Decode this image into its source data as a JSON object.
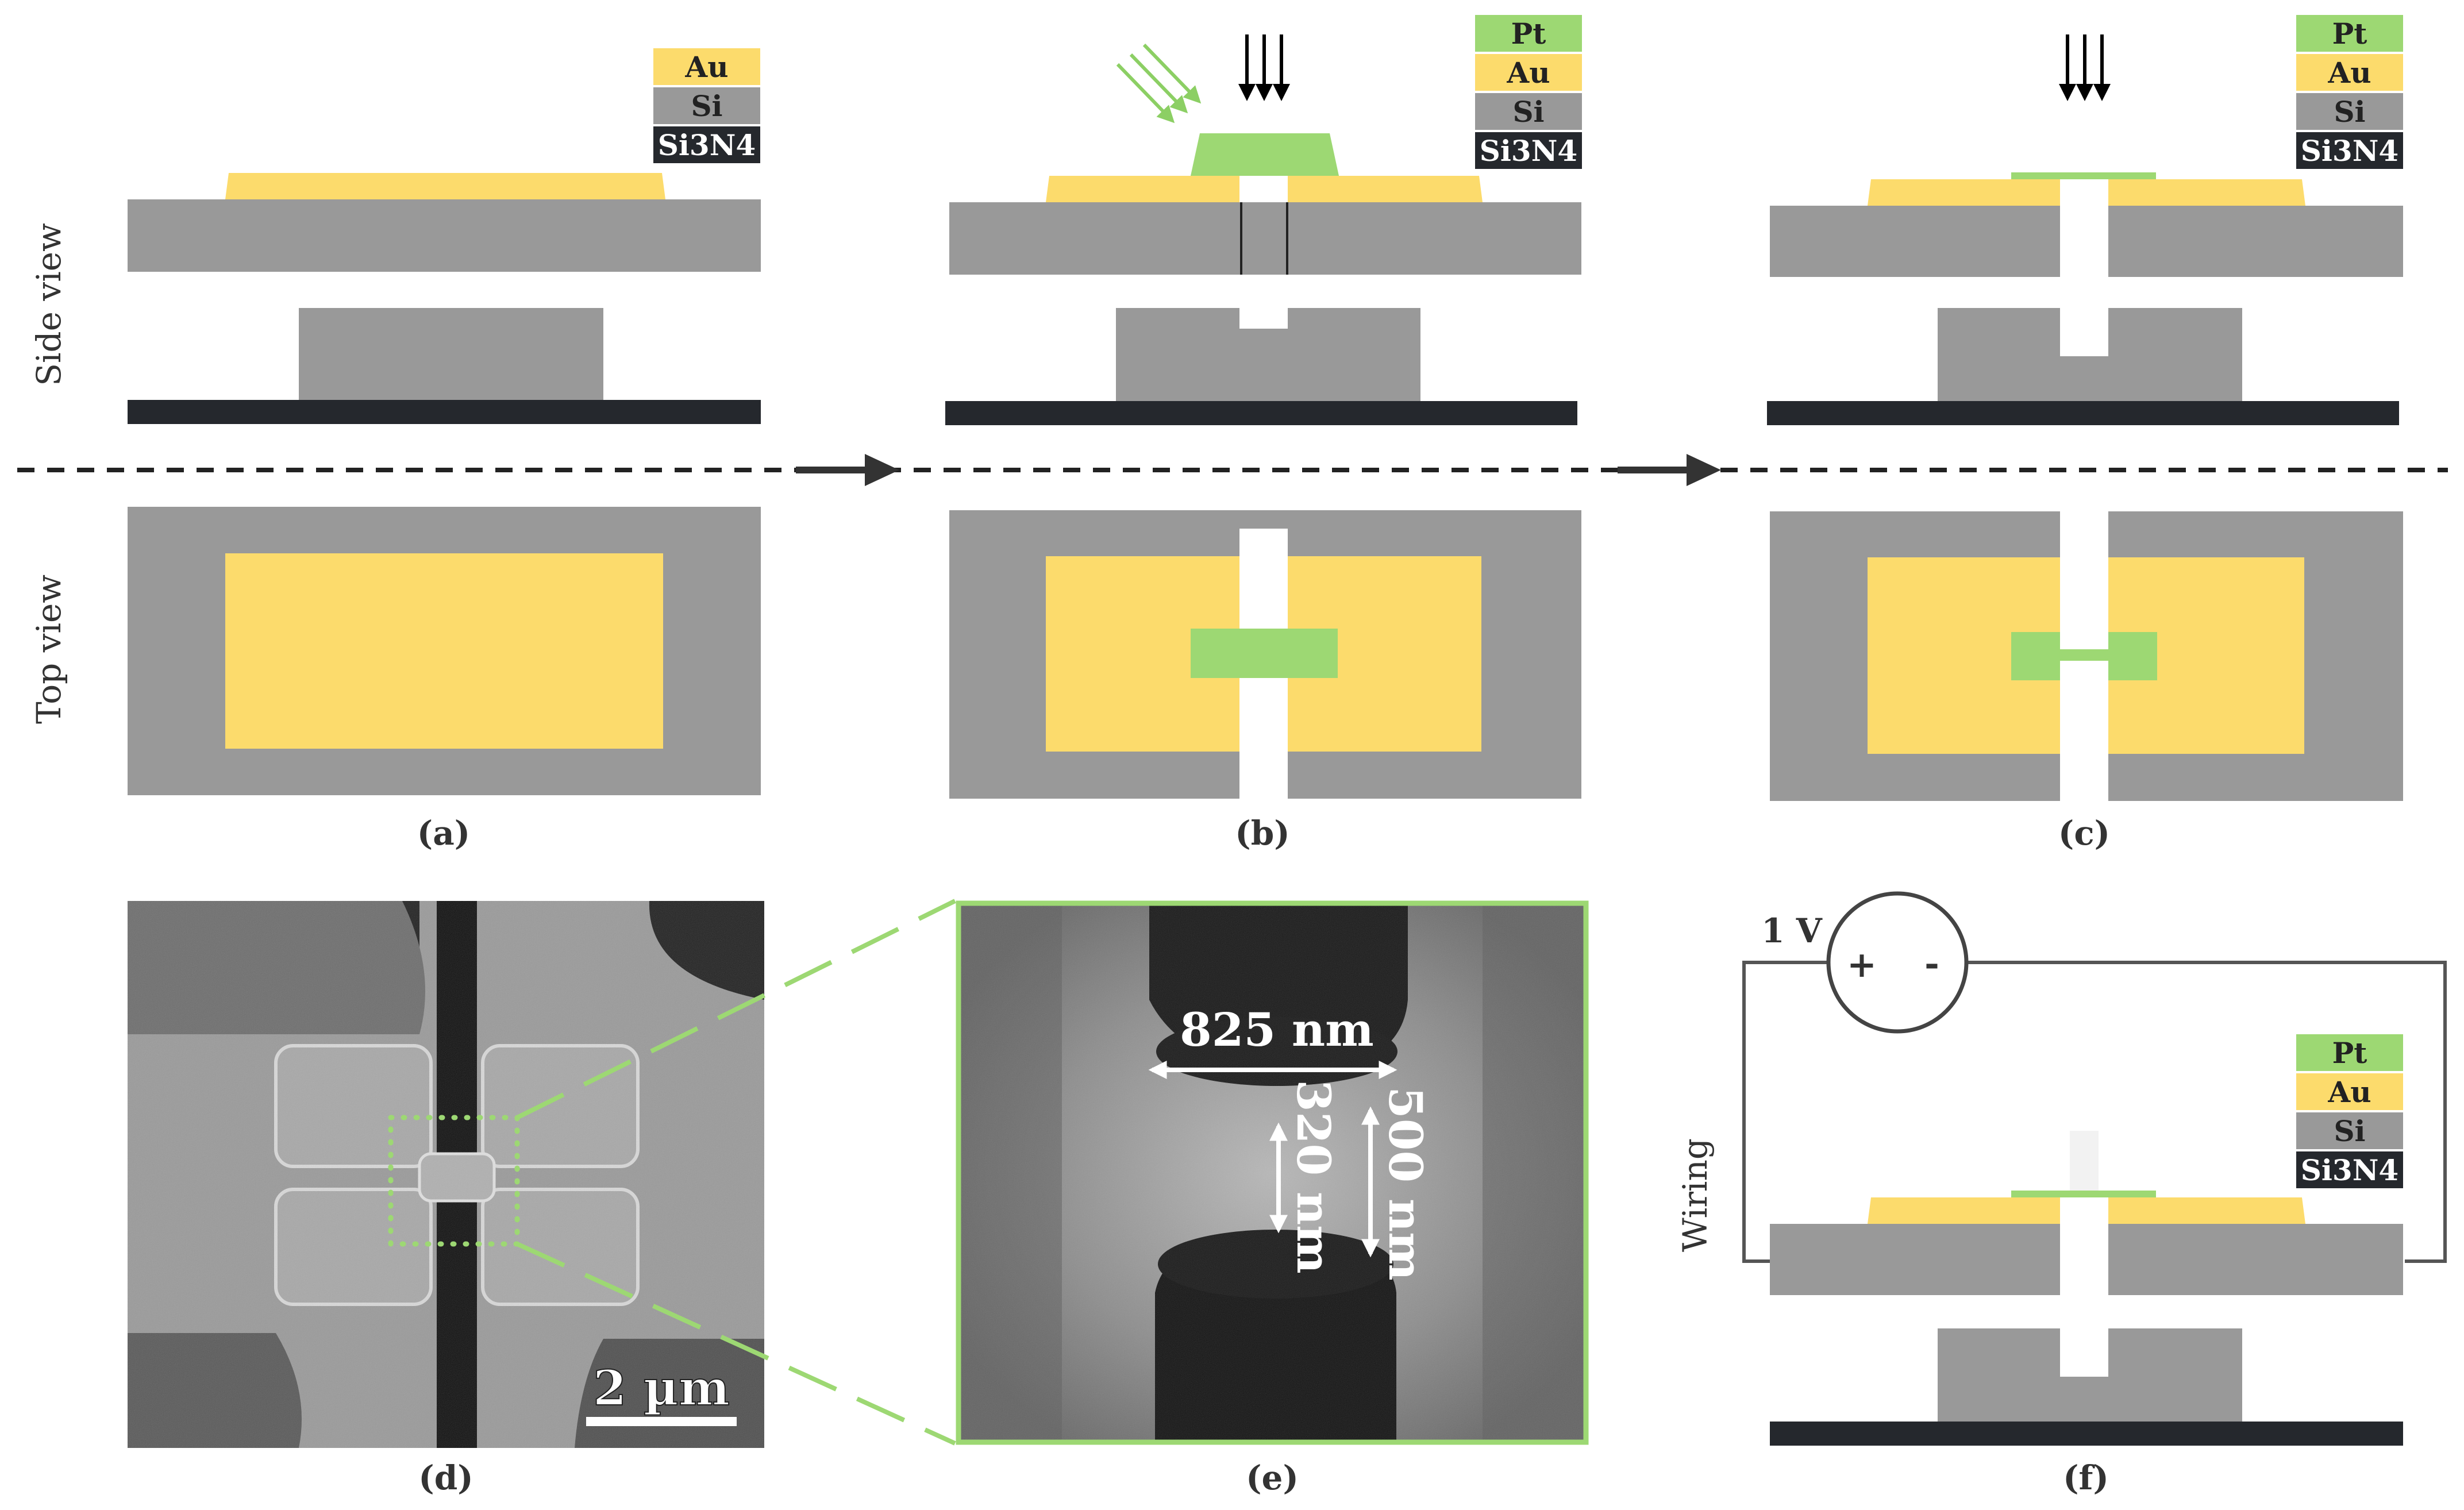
{
  "colors": {
    "au": "#fcdb6c",
    "si": "#999999",
    "pt": "#9dd873",
    "si3n4": "#25282d",
    "ion_beam": "#8ccf64",
    "arrow": "#000000",
    "wire": "#555555"
  },
  "materials": {
    "pt": "Pt",
    "au": "Au",
    "si": "Si",
    "si3n4": "Si3N4"
  },
  "views": {
    "side": "Side view",
    "top": "Top view",
    "wiring": "Wiring"
  },
  "panels": {
    "a": "(a)",
    "b": "(b)",
    "c": "(c)",
    "d": "(d)",
    "e": "(e)",
    "f": "(f)"
  },
  "sem": {
    "scale_bar": "2 µm",
    "width": "825 nm",
    "gap_inner": "320 nm",
    "gap_outer": "500 nm"
  },
  "circuit": {
    "voltage": "1 V",
    "plus": "+",
    "minus": "-"
  }
}
